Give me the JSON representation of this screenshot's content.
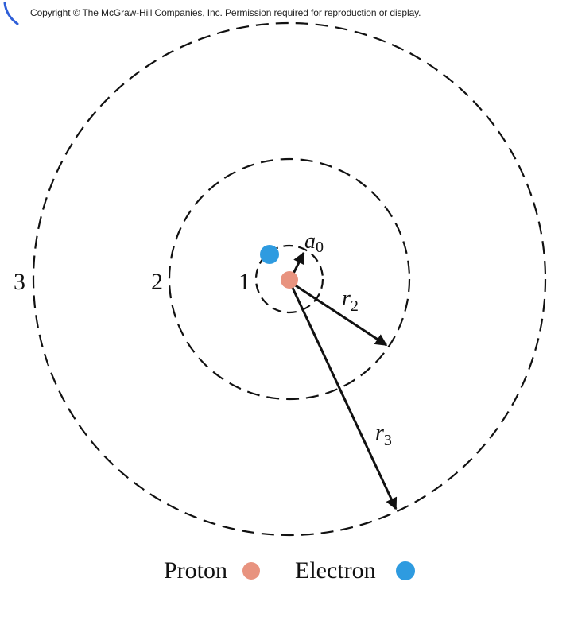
{
  "copyright": "Copyright © The McGraw-Hill Companies, Inc. Permission required for reproduction or display.",
  "orbits": [
    {
      "label": "1"
    },
    {
      "label": "2"
    },
    {
      "label": "3"
    }
  ],
  "radii": [
    {
      "symbol": "a",
      "subscript": "0"
    },
    {
      "symbol": "r",
      "subscript": "2"
    },
    {
      "symbol": "r",
      "subscript": "3"
    }
  ],
  "legend": {
    "proton": "Proton",
    "electron": "Electron"
  },
  "colors": {
    "proton": "#e8937f",
    "electron": "#2e9be0",
    "ink": "#111111",
    "pen_mark": "#2f5fd8"
  }
}
